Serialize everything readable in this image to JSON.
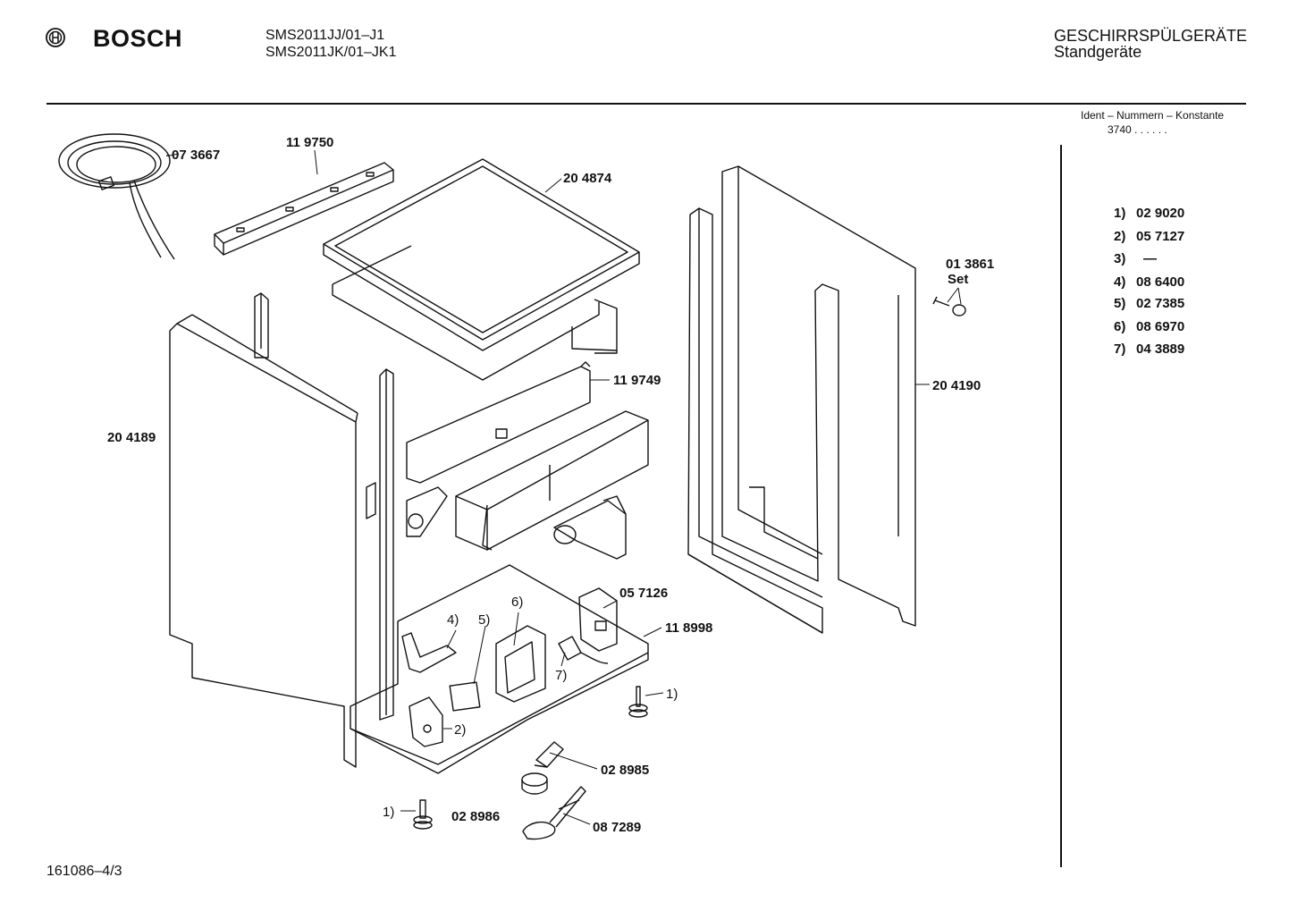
{
  "header": {
    "brand": "BOSCH",
    "models": [
      "SMS2011JJ/01–J1",
      "SMS2011JK/01–JK1"
    ],
    "category": "GESCHIRRSPÜLGERÄTE",
    "subcategory": "Standgeräte",
    "ident_label": "Ident – Nummern – Konstante",
    "ident_value": "3740 . . . . . ."
  },
  "parts": {
    "p073667": "07 3667",
    "p119750": "11 9750",
    "p204874": "20 4874",
    "p013861": "01 3861",
    "p013861_set": "Set",
    "p204189": "20 4189",
    "p119749": "11 9749",
    "p204190": "20 4190",
    "p057126": "05 7126",
    "p118998": "11 8998",
    "p028985": "02 8985",
    "p028986": "02 8986",
    "p087289": "08 7289",
    "c1a": "1)",
    "c1b": "1)",
    "c2": "2)",
    "c4": "4)",
    "c5": "5)",
    "c6": "6)",
    "c7": "7)"
  },
  "legend": [
    {
      "key": "1)",
      "value": "02 9020"
    },
    {
      "key": "2)",
      "value": "05 7127"
    },
    {
      "key": "3)",
      "value": "—"
    },
    {
      "key": "4)",
      "value": "08 6400"
    },
    {
      "key": "5)",
      "value": "02 7385"
    },
    {
      "key": "6)",
      "value": "08 6970"
    },
    {
      "key": "7)",
      "value": "04 3889"
    }
  ],
  "footer": {
    "code": "161086–4/3"
  }
}
